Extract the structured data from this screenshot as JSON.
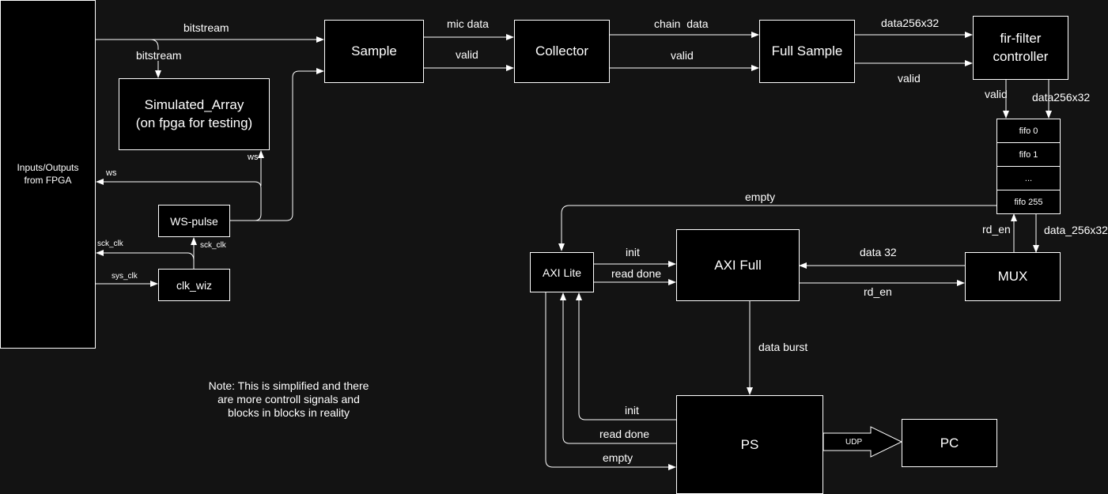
{
  "blocks": {
    "io": "Inputs/Outputs\nfrom FPGA",
    "sample": "Sample",
    "collector": "Collector",
    "full_sample": "Full Sample",
    "fir": "fir-filter\ncontroller",
    "sim_array": "Simulated_Array\n(on fpga for testing)",
    "ws_pulse": "WS-pulse",
    "clk_wiz": "clk_wiz",
    "axi_lite": "AXI Lite",
    "axi_full": "AXI Full",
    "mux": "MUX",
    "ps": "PS",
    "pc": "PC"
  },
  "fifo": [
    "fifo 0",
    "fifo 1",
    "...",
    "fifo 255"
  ],
  "labels": {
    "bitstream_top": "bitstream",
    "bitstream_branch": "bitstream",
    "mic_data": "mic data",
    "valid_sample": "valid",
    "chain_data": "chain  data",
    "valid_collector": "valid",
    "data256x32_top": "data256x32",
    "valid_full": "valid",
    "valid_fir": "valid",
    "data256x32_fir": "data256x32",
    "ws_sim": "ws",
    "ws_io": "ws",
    "sck_clk_io": "sck_clk",
    "sck_clk_pulse": "sck_clk",
    "sys_clk": "sys_clk",
    "empty_top": "empty",
    "rd_en_fifo": "rd_en",
    "data_256x32": "data_256x32",
    "init_axi": "init",
    "read_done_axi": "read done",
    "data_32": "data 32",
    "rd_en_mux": "rd_en",
    "data_burst": "data burst",
    "init_ps": "init",
    "read_done_ps": "read done",
    "empty_ps": "empty",
    "udp": "UDP"
  },
  "note": "Note: This is simplified and there\nare more controll signals and\nblocks in blocks in reality"
}
